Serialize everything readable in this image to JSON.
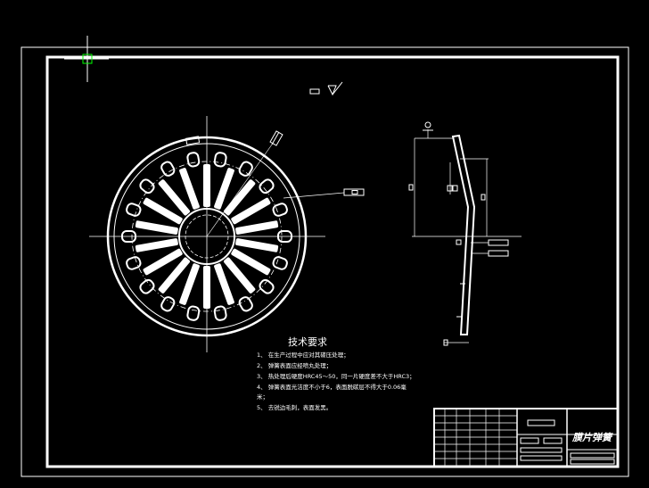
{
  "technical_requirements": {
    "title": "技术要求",
    "items": [
      "1、 在生产过程中应对其碟压处理；",
      "2、 弹簧表面应经喷丸处理；",
      "3、 热处理后硬度HRC45～50，同一片硬度差不大于HRC3；",
      "4、 弹簧表面光洁度不小于6，表面脱碳层不得大于0.06毫",
      "米；",
      "5、 去锐边毛刺，表面发黑。"
    ]
  },
  "title_block": {
    "part_name": "膜片弹簧"
  },
  "colors": {
    "background": "#000000",
    "lines": "#ffffff",
    "cursor": "#00ff00"
  }
}
